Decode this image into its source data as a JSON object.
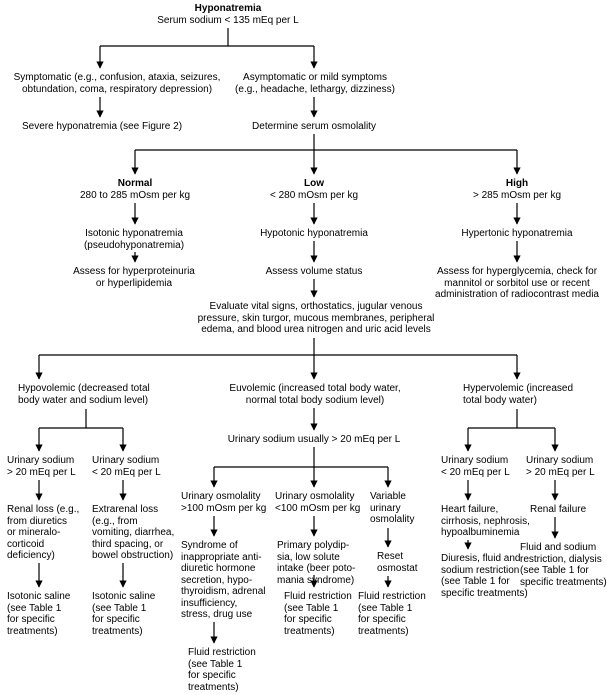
{
  "title": "Hyponatremia",
  "subtitle": "Serum sodium < 135 mEq per L",
  "nodes": {
    "symptomatic": "Symptomatic (e.g., confusion, ataxia, seizures,\nobtundation, coma, respiratory depression)",
    "asymptomatic": "Asymptomatic or mild symptoms\n(e.g., headache, lethargy, dizziness)",
    "severe": "Severe hyponatremia (see Figure 2)",
    "determine_osm": "Determine serum osmolality",
    "normal_title": "Normal",
    "normal_range": "280 to 285 mOsm per kg",
    "low_title": "Low",
    "low_range": "< 280 mOsm per kg",
    "high_title": "High",
    "high_range": "> 285 mOsm per kg",
    "isotonic": "Isotonic hyponatremia\n(pseudohyponatremia)",
    "hypotonic": "Hypotonic hyponatremia",
    "hypertonic": "Hypertonic hyponatremia",
    "assess_hyperprot": "Assess for hyperproteinuria\nor hyperlipidemia",
    "assess_volume": "Assess volume status",
    "assess_hyperglyc": "Assess for hyperglycemia, check for\nmannitol or sorbitol use or recent\nadministration of radiocontrast media",
    "evaluate": "Evaluate vital signs, orthostatics, jugular venous\npressure, skin turgor, mucous membranes, peripheral\nedema, and blood urea nitrogen and uric acid levels",
    "hypovolemic": "Hypovolemic (decreased total\nbody water and sodium level)",
    "euvolemic": "Euvolemic (increased total body water,\nnormal total body sodium level)",
    "hypervolemic": "Hypervolemic (increased\ntotal body water)",
    "euv_urine": "Urinary sodium usually > 20 mEq per L",
    "hypo_us_gt": "Urinary sodium\n> 20 mEq per L",
    "hypo_us_lt": "Urinary sodium\n< 20 mEq per L",
    "hyper_us_lt": "Urinary sodium\n< 20 mEq per L",
    "hyper_us_gt": "Urinary sodium\n> 20 mEq per L",
    "renal_loss": "Renal loss (e.g.,\nfrom diuretics\nor mineralo-\ncorticoid\ndeficiency)",
    "extrarenal_loss": "Extrarenal loss\n(e.g., from\nvomiting, diarrhea,\nthird spacing, or\nbowel obstruction)",
    "iso_saline_1": "Isotonic saline\n(see Table 1\nfor specific\ntreatments)",
    "iso_saline_2": "Isotonic saline\n(see Table 1\nfor specific\ntreatments)",
    "uosm_gt": "Urinary osmolality\n>100 mOsm per kg",
    "uosm_lt": "Urinary osmolality\n<100 mOsm per kg",
    "uosm_var": "Variable\nurinary\nosmolality",
    "siadh": "Syndrome of\ninappropriate anti-\ndiuretic hormone\nsecretion, hypo-\nthyroidism, adrenal\ninsufficiency,\nstress, drug use",
    "polydipsia": "Primary polydip-\nsia, low solute\nintake (beer poto-\nmania syndrome)",
    "reset": "Reset\nosmostat",
    "fluid_1": "Fluid restriction\n(see Table 1\nfor specific\ntreatments)",
    "fluid_2": "Fluid restriction\n(see Table 1\nfor specific\ntreatments)",
    "fluid_3": "Fluid restriction\n(see Table 1\nfor specific\ntreatments)",
    "heart_failure": "Heart failure,\ncirrhosis, nephrosis,\nhypoalbuminemia",
    "renal_failure": "Renal failure",
    "diuresis": "Diuresis, fluid and\nsodium restriction\n(see Table 1 for\nspecific treatments)",
    "fluid_sodium": "Fluid and sodium\nrestriction, dialysis\n(see Table 1 for\nspecific treatments)"
  }
}
